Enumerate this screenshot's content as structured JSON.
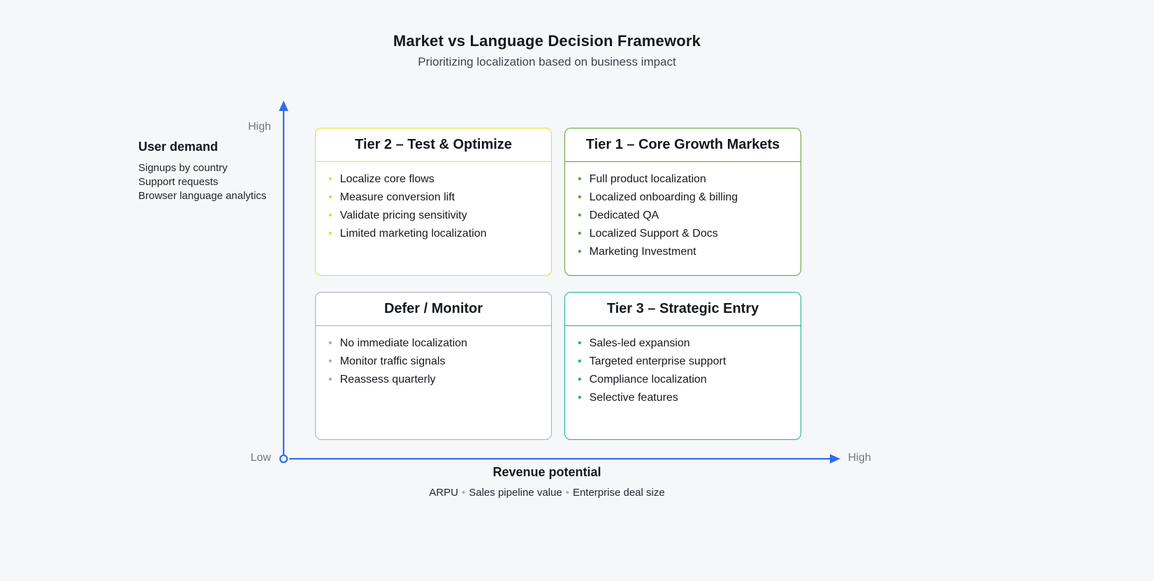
{
  "header": {
    "title": "Market vs Language Decision Framework",
    "subtitle": "Prioritizing localization based on business impact"
  },
  "y_axis": {
    "title": "User demand",
    "signals": [
      "Signups by country",
      "Support requests",
      "Browser language analytics"
    ],
    "high_label": "High",
    "low_label": "Low"
  },
  "x_axis": {
    "title": "Revenue potential",
    "signals": [
      "ARPU",
      "Sales pipeline value",
      "Enterprise deal size"
    ],
    "high_label": "High"
  },
  "quadrants": [
    {
      "id": "tier2-test-optimize",
      "title": "Tier 2 – Test & Optimize",
      "accent": "#e2e02b",
      "items": [
        "Localize core flows",
        "Measure conversion lift",
        "Validate pricing sensitivity",
        "Limited marketing localization"
      ]
    },
    {
      "id": "tier1-core-growth-markets",
      "title": "Tier 1 – Core Growth Markets",
      "accent": "#5fa132",
      "items": [
        "Full product localization",
        "Localized onboarding & billing",
        "Dedicated QA",
        "Localized Support & Docs",
        "Marketing Investment"
      ]
    },
    {
      "id": "defer-monitor",
      "title": "Defer / Monitor",
      "accent": "#a9aeb6",
      "items": [
        "No immediate localization",
        "Monitor traffic signals",
        "Reassess quarterly"
      ]
    },
    {
      "id": "tier3-strategic-entry",
      "title": "Tier 3 – Strategic Entry",
      "accent": "#10b789",
      "items": [
        "Sales-led expansion",
        "Targeted enterprise support",
        "Compliance localization",
        "Selective features"
      ]
    }
  ],
  "icons": {
    "bullet": "•",
    "separator": "•"
  },
  "colors": {
    "background": "#f5f7f9",
    "axis": "#2e6fe8",
    "tier2_accent": "#e2e02b",
    "tier1_accent": "#5fa132",
    "defer_accent": "#a9aeb6",
    "tier3_accent": "#10b789",
    "text": "#15191f",
    "muted_label": "#71787f"
  }
}
